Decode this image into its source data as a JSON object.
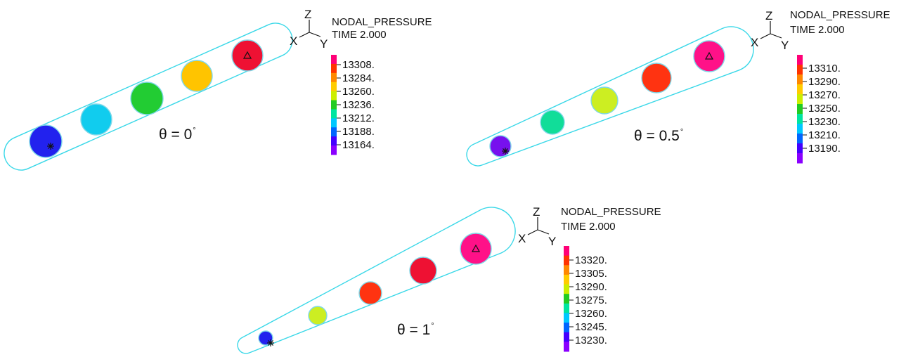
{
  "colors": {
    "outline": "#3ad8e8",
    "text": "#111111",
    "scale": [
      "#8a00ff",
      "#4400ff",
      "#0066ff",
      "#00c8ff",
      "#00e5a0",
      "#22cc22",
      "#88dd00",
      "#ccee00",
      "#ffcc00",
      "#ff8800",
      "#ff3300",
      "#ff0077"
    ]
  },
  "panels": [
    {
      "title": "NODAL_PRESSURE",
      "time": "TIME 2.000",
      "axes": {
        "z": "Z",
        "x": "X",
        "y": "Y"
      },
      "angle_label": "θ = 0",
      "degree_mark": "°",
      "legend_ticks": [
        "13308.",
        "13284.",
        "13260.",
        "13236.",
        "13212.",
        "13188.",
        "13164."
      ],
      "legend_colors": [
        "#ff0077",
        "#ff3300",
        "#ff8800",
        "#ffcc00",
        "#ccee00",
        "#22cc22",
        "#00e5a0",
        "#00c8ff",
        "#0066ff",
        "#4400ff",
        "#8a00ff"
      ],
      "bubbles": [
        {
          "color": "#2222ee",
          "marker": "star"
        },
        {
          "color": "#11ccee",
          "marker": ""
        },
        {
          "color": "#22cc33",
          "marker": ""
        },
        {
          "color": "#ffc400",
          "marker": ""
        },
        {
          "color": "#ee1133",
          "marker": "triangle"
        }
      ]
    },
    {
      "title": "NODAL_PRESSURE",
      "time": "TIME 2.000",
      "axes": {
        "z": "Z",
        "x": "X",
        "y": "Y"
      },
      "angle_label": "θ = 0.5",
      "degree_mark": "°",
      "legend_ticks": [
        "13310.",
        "13290.",
        "13270.",
        "13250.",
        "13230.",
        "13210.",
        "13190."
      ],
      "legend_colors": [
        "#ff0077",
        "#ff3300",
        "#ff8800",
        "#ffcc00",
        "#ccee00",
        "#22cc22",
        "#00e5a0",
        "#00c8ff",
        "#0066ff",
        "#4400ff",
        "#8a00ff"
      ],
      "bubbles": [
        {
          "color": "#7711ee",
          "marker": "star"
        },
        {
          "color": "#11dd99",
          "marker": ""
        },
        {
          "color": "#ccee22",
          "marker": ""
        },
        {
          "color": "#ff3311",
          "marker": ""
        },
        {
          "color": "#ff1188",
          "marker": "triangle"
        }
      ]
    },
    {
      "title": "NODAL_PRESSURE",
      "time": "TIME 2.000",
      "axes": {
        "z": "Z",
        "x": "X",
        "y": "Y"
      },
      "angle_label": "θ = 1",
      "degree_mark": "°",
      "legend_ticks": [
        "13320.",
        "13305.",
        "13290.",
        "13275.",
        "13260.",
        "13245.",
        "13230."
      ],
      "legend_colors": [
        "#ff0077",
        "#ff3300",
        "#ff8800",
        "#ffcc00",
        "#ccee00",
        "#22cc22",
        "#00e5a0",
        "#00c8ff",
        "#0066ff",
        "#4400ff",
        "#8a00ff"
      ],
      "bubbles": [
        {
          "color": "#2222ee",
          "marker": "star"
        },
        {
          "color": "#ccee22",
          "marker": ""
        },
        {
          "color": "#ff3311",
          "marker": ""
        },
        {
          "color": "#ee1133",
          "marker": ""
        },
        {
          "color": "#ff1188",
          "marker": "triangle"
        }
      ]
    }
  ]
}
